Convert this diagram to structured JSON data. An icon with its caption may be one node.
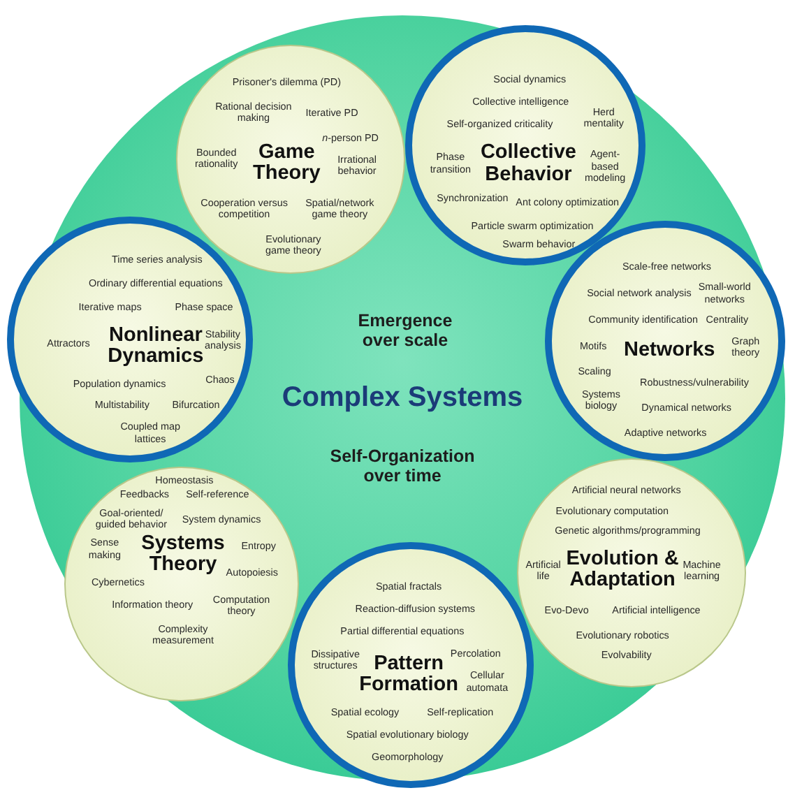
{
  "diagram": {
    "nodes": [
      {
        "text": [
          "Emergence over scale",
          "Complex Systems",
          "Self-Organization over time"
        ]
      },
      {
        "text": [
          "Prisoner's dilemma (PD)",
          "Rational decision making",
          "Iterative PD",
          "*n*-person PD",
          "Bounded rationality",
          "Game Theory",
          "Irrational behavior",
          "Cooperation versus competition",
          "Spatial/network game theory",
          "Evolutionary game theory"
        ],
        "in": 0
      },
      {
        "text": [
          "Social dynamics",
          "Collective intelligence",
          "Self-organized criticality",
          "Herd mentality",
          "Phase transition",
          "Collective Behavior",
          "Agent-based modeling",
          "Synchronization",
          "Ant colony optimization",
          "Particle swarm optimization",
          "Swarm behavior"
        ],
        "in": 0
      },
      {
        "text": [
          "Time series analysis",
          "Ordinary differential equations",
          "Iterative maps",
          "Phase space",
          "Attractors",
          "Nonlinear Dynamics",
          "Stability analysis",
          "Population dynamics",
          "Chaos",
          "Multistability",
          "Bifurcation",
          "Coupled map lattices"
        ],
        "in": 0
      },
      {
        "text": [
          "Scale-free networks",
          "Social network analysis",
          "Small-world networks",
          "Community identification",
          "Centrality",
          "Motifs",
          "Networks",
          "Graph theory",
          "Scaling",
          "Robustness/vulnerability",
          "Systems biology",
          "Dynamical networks",
          "Adaptive networks"
        ],
        "in": 0
      },
      {
        "text": [
          "Homeostasis",
          "Feedbacks",
          "Self-reference",
          "Goal-oriented/ guided behavior",
          "System dynamics",
          "Sense making",
          "Systems Theory",
          "Entropy",
          "Autopoiesis",
          "Cybernetics",
          "Information theory",
          "Computation theory",
          "Complexity measurement"
        ],
        "in": 0
      },
      {
        "text": [
          "Artificial neural networks",
          "Evolutionary computation",
          "Genetic algorithms/programming",
          "Artificial life",
          "Evolution & Adaptation",
          "Machine learning",
          "Evo-Devo",
          "Artificial intelligence",
          "Evolutionary robotics",
          "Evolvability"
        ],
        "in": 0
      },
      {
        "text": [
          "Spatial fractals",
          "Reaction-diffusion systems",
          "Partial differential equations",
          "Dissipative structures",
          "Pattern Formation",
          "Percolation",
          "Cellular automata",
          "Spatial ecology",
          "Self-replication",
          "Spatial evolutionary biology",
          "Geomorphology"
        ],
        "in": 0
      }
    ]
  }
}
